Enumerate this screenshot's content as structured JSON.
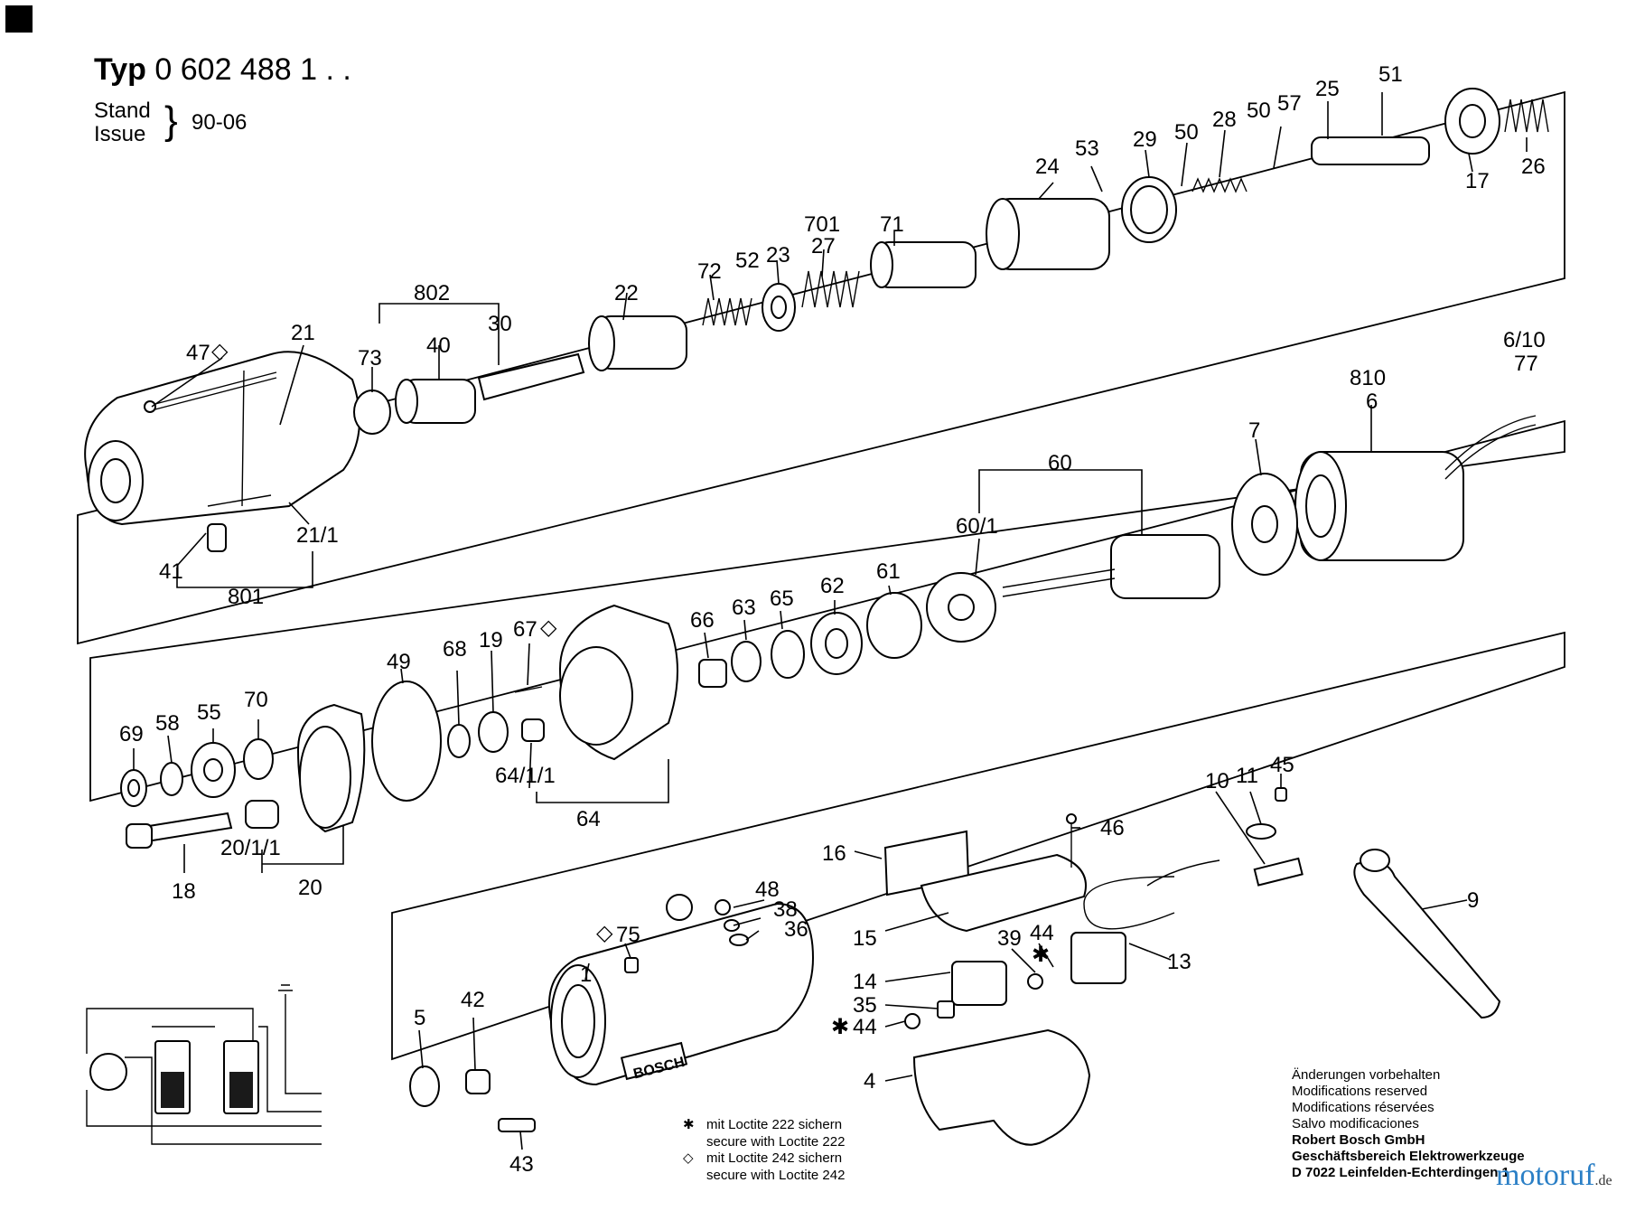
{
  "header": {
    "typ_label": "Typ",
    "typ_number": "0 602 488 1 . .",
    "stand": "Stand",
    "issue": "Issue",
    "revision": "90-06"
  },
  "labels": {
    "p1": "1",
    "p4": "4",
    "p5": "5",
    "p6": "6",
    "p6_10": "6/10",
    "p7": "7",
    "p9": "9",
    "p10": "10",
    "p11": "11",
    "p13": "13",
    "p14": "14",
    "p15": "15",
    "p16": "16",
    "p17": "17",
    "p18": "18",
    "p19": "19",
    "p20": "20",
    "p20_1_1": "20/1/1",
    "p21": "21",
    "p21_1": "21/1",
    "p22": "22",
    "p23": "23",
    "p24": "24",
    "p25": "25",
    "p26": "26",
    "p27": "27",
    "p28": "28",
    "p29": "29",
    "p30": "30",
    "p35": "35",
    "p36": "36",
    "p38": "38",
    "p39": "39",
    "p40": "40",
    "p41": "41",
    "p42": "42",
    "p43": "43",
    "p44a": "44",
    "p44b": "44",
    "p45": "45",
    "p46": "46",
    "p47": "47",
    "p48": "48",
    "p49": "49",
    "p50a": "50",
    "p50b": "50",
    "p51": "51",
    "p52": "52",
    "p53": "53",
    "p55": "55",
    "p57": "57",
    "p58": "58",
    "p60": "60",
    "p60_1": "60/1",
    "p61": "61",
    "p62": "62",
    "p63": "63",
    "p64": "64",
    "p64_1_1": "64/1/1",
    "p65": "65",
    "p66": "66",
    "p67": "67",
    "p68": "68",
    "p69": "69",
    "p70": "70",
    "p71": "71",
    "p72": "72",
    "p73": "73",
    "p75": "75",
    "p77": "77",
    "p701": "701",
    "p801": "801",
    "p802": "802",
    "p810": "810"
  },
  "symbols": {
    "star": "✱",
    "diamond": "◇"
  },
  "brand_text": "BOSCH",
  "legend": {
    "loctite222_de": "mit Loctite 222 sichern",
    "loctite222_en": "secure with Loctite 222",
    "loctite242_de": "mit Loctite 242 sichern",
    "loctite242_en": "secure with Loctite 242"
  },
  "notes": {
    "de": "Änderungen vorbehalten",
    "en": "Modifications reserved",
    "fr": "Modifications réservées",
    "es": "Salvo modificaciones",
    "company": "Robert Bosch GmbH",
    "division": "Geschäftsbereich Elektrowerkzeuge",
    "address": "D 7022 Leinfelden-Echterdingen 1"
  },
  "watermark": {
    "text": "motoruf",
    "suffix": ".de",
    "color": "#2a7fc6"
  }
}
